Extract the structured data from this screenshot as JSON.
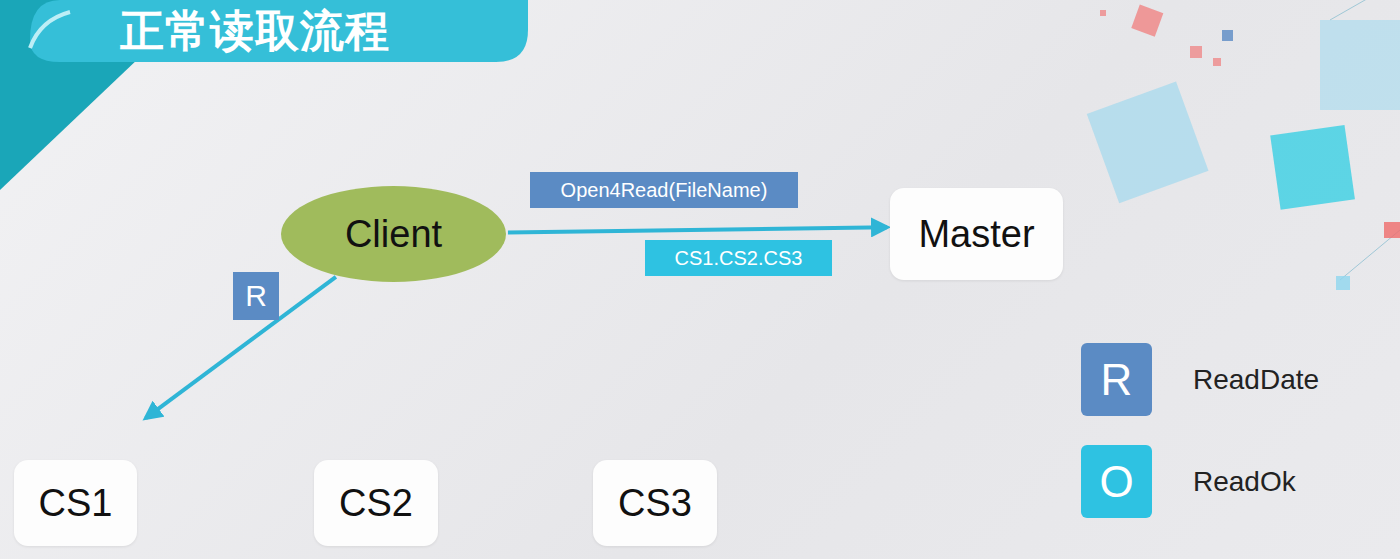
{
  "diagram": {
    "title": "正常读取流程",
    "nodes": [
      {
        "text": [
          "Client"
        ]
      },
      {
        "text": [
          "Master"
        ]
      },
      {
        "text": [
          "CS1"
        ]
      },
      {
        "text": [
          "CS2"
        ]
      },
      {
        "text": [
          "CS3"
        ]
      }
    ],
    "edges": [
      {
        "from": 0,
        "to": 1,
        "arrow": "to",
        "label": "Open4Read(FileName)"
      },
      {
        "from": 0,
        "to": 2,
        "arrow": "to",
        "label": "R"
      }
    ],
    "labels": [
      "CS1.CS2.CS3",
      "R",
      "O"
    ],
    "legend": [
      {
        "text": "ReadDate",
        "color": "#5b8bc4"
      },
      {
        "text": "ReadOk",
        "color": "#2ec2e2"
      }
    ]
  }
}
